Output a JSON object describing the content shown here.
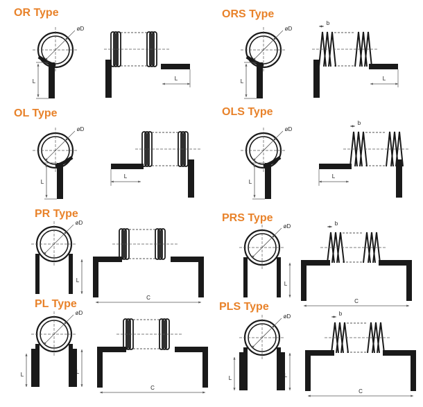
{
  "panels": [
    {
      "id": "or",
      "title": "OR Type",
      "variant": "O",
      "spaced": false,
      "leg": "right"
    },
    {
      "id": "ors",
      "title": "ORS Type",
      "variant": "O",
      "spaced": true,
      "leg": "right"
    },
    {
      "id": "ol",
      "title": "OL Type",
      "variant": "O",
      "spaced": false,
      "leg": "left"
    },
    {
      "id": "ols",
      "title": "OLS Type",
      "variant": "O",
      "spaced": true,
      "leg": "left"
    },
    {
      "id": "pr",
      "title": "PR Type",
      "variant": "P",
      "spaced": false,
      "shape": "bracket"
    },
    {
      "id": "prs",
      "title": "PRS Type",
      "variant": "P",
      "spaced": true,
      "shape": "bracket"
    },
    {
      "id": "pl",
      "title": "PL Type",
      "variant": "P",
      "spaced": false,
      "shape": "tray"
    },
    {
      "id": "pls",
      "title": "PLS Type",
      "variant": "P",
      "spaced": true,
      "shape": "tray"
    }
  ],
  "labels": {
    "diameter": "øD",
    "length": "L",
    "center": "C",
    "pitch": "b"
  },
  "colors": {
    "title": "#e8822a",
    "line": "#1a1a1a",
    "dim": "#555555"
  }
}
